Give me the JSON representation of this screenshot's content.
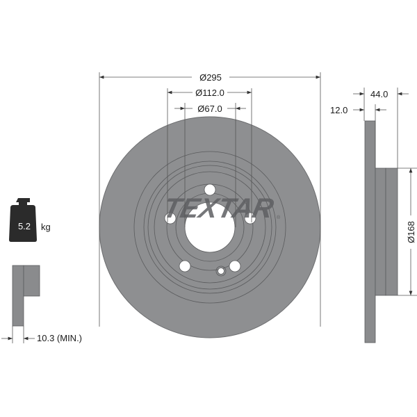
{
  "brand": {
    "logo_text": "TEXTAR",
    "registered_mark": "®"
  },
  "dimensions": {
    "outer_diameter": "Ø295",
    "bolt_circle_diameter": "Ø112.0",
    "center_bore_diameter": "Ø67.0",
    "total_height": "44.0",
    "disc_thickness": "12.0",
    "hat_diameter": "Ø168",
    "min_thickness": "10.3 (MIN.)"
  },
  "weight": {
    "value": "5.2",
    "unit": "kg",
    "icon": "weight-icon"
  },
  "colors": {
    "disc_face": "#8e8f91",
    "disc_lines": "#5a5b5d",
    "logo": "#5f6063",
    "profile": "#8a8b8d",
    "weight_icon": "#2b2b2b",
    "dim_lines": "#333333"
  }
}
